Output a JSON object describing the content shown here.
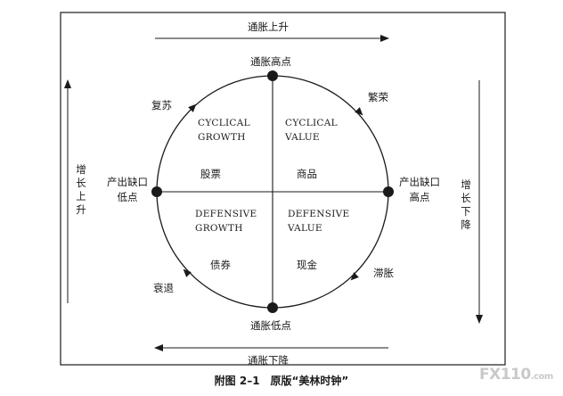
{
  "labels": {
    "top_arrow": "通胀上升",
    "bottom_arrow": "通胀下降",
    "left_arrow_vertical": "增长上升",
    "right_arrow_vertical": "增长下降",
    "node_top": "通胀高点",
    "node_bottom": "通胀低点",
    "node_left_line1": "产出缺口",
    "node_left_line2": "低点",
    "node_right_line1": "产出缺口",
    "node_right_line2": "高点",
    "phase_recovery": "复苏",
    "phase_overheat": "繁荣",
    "phase_stagflation": "滞胀",
    "phase_recession": "衰退"
  },
  "quadrants": {
    "tl": {
      "title_line1": "CYCLICAL",
      "title_line2": "GROWTH",
      "asset": "股票"
    },
    "tr": {
      "title_line1": "CYCLICAL",
      "title_line2": "VALUE",
      "asset": "商品"
    },
    "bl": {
      "title_line1": "DEFENSIVE",
      "title_line2": "GROWTH",
      "asset": "债券"
    },
    "br": {
      "title_line1": "DEFENSIVE",
      "title_line2": "VALUE",
      "asset": "现金"
    }
  },
  "caption": "附图 2–1　原版“美林时钟”",
  "watermark": {
    "main": "FX110",
    "suffix": ".com"
  }
}
